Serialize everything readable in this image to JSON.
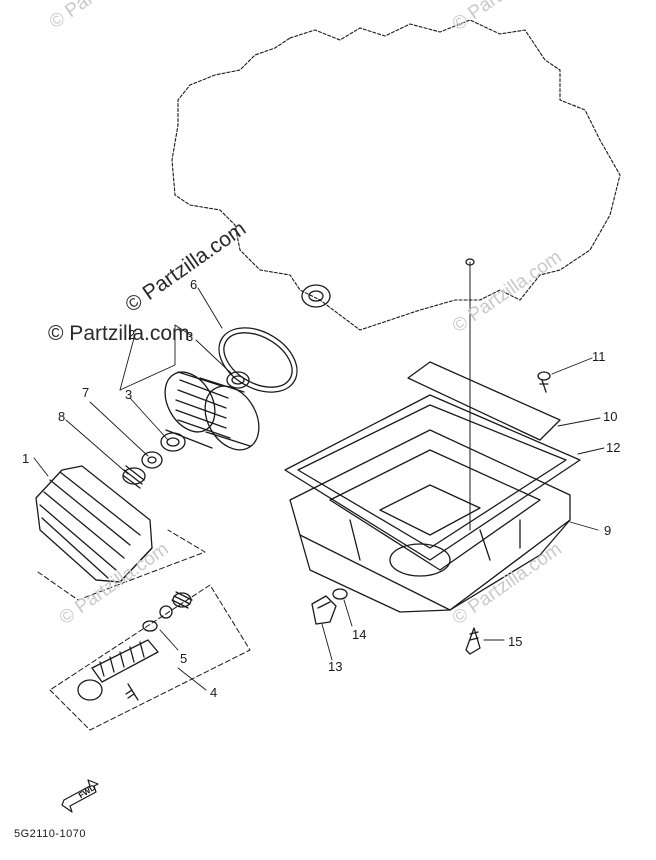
{
  "watermark": "© Partzilla.com",
  "diagram_code": "5G2110-1070",
  "fwd_label": "FWD",
  "callouts": {
    "c1": "1",
    "c2": "2",
    "c3a": "3",
    "c3b": "3",
    "c4": "4",
    "c5": "5",
    "c6": "6",
    "c7": "7",
    "c8": "8",
    "c9": "9",
    "c10": "10",
    "c11": "11",
    "c12": "12",
    "c13": "13",
    "c14": "14",
    "c15": "15"
  }
}
